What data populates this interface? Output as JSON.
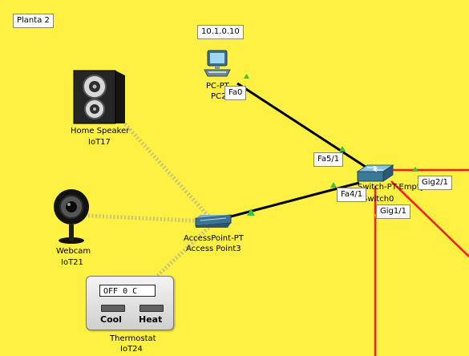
{
  "canvas": {
    "label": "Planta 2",
    "background": "#fef144"
  },
  "devices": {
    "pc": {
      "ip": "10.1.0.10",
      "name": "PC-PT",
      "hostname": "PC2",
      "port": "Fa0"
    },
    "speaker": {
      "name": "Home Speaker",
      "hostname": "IoT17"
    },
    "webcam": {
      "name": "Webcam",
      "hostname": "IoT21"
    },
    "access_point": {
      "name": "AccessPoint-PT",
      "hostname": "Access Point3"
    },
    "thermostat": {
      "name": "Thermostat",
      "hostname": "IoT24",
      "display": "OFF  0 C",
      "cool_label": "Cool",
      "heat_label": "Heat"
    },
    "switch": {
      "name": "Switch-PT-Empty",
      "hostname": "Switch0"
    }
  },
  "ports": {
    "fa5_1": "Fa5/1",
    "fa4_1": "Fa4/1",
    "gig2_1": "Gig2/1",
    "gig1_1": "Gig1/1"
  },
  "colors": {
    "ethernet": "#000000",
    "fiber": "#ff1a1a",
    "wireless": "#c8c27a",
    "link_up": "#3fbf3f",
    "link_pending": "#ff8c00"
  }
}
